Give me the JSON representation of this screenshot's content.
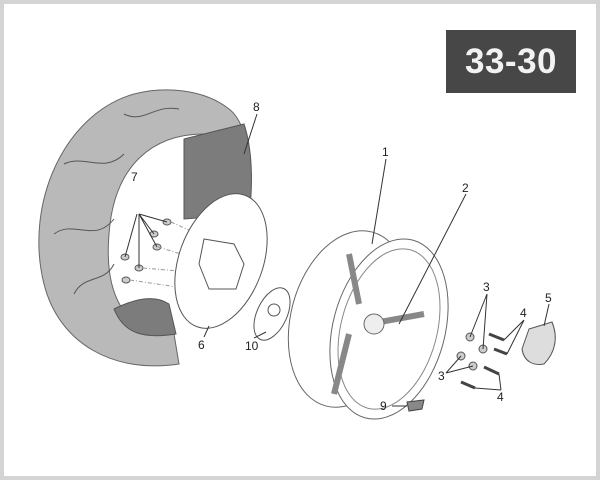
{
  "badge": "33-30",
  "callouts": [
    {
      "id": "1",
      "text": "1"
    },
    {
      "id": "2",
      "text": "2"
    },
    {
      "id": "3a",
      "text": "3"
    },
    {
      "id": "3b",
      "text": "3"
    },
    {
      "id": "4a",
      "text": "4"
    },
    {
      "id": "4b",
      "text": "4"
    },
    {
      "id": "5",
      "text": "5"
    },
    {
      "id": "6",
      "text": "6"
    },
    {
      "id": "7",
      "text": "7"
    },
    {
      "id": "8",
      "text": "8"
    },
    {
      "id": "9",
      "text": "9"
    },
    {
      "id": "10",
      "text": "10"
    }
  ]
}
